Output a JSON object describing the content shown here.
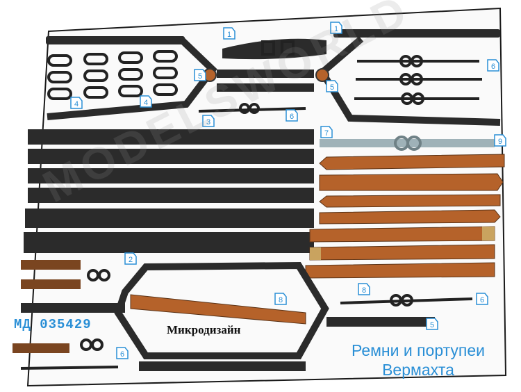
{
  "product_code": "МД 035429",
  "brand": "Микродизайн",
  "title_line1": "Ремни и портупеи",
  "title_line2": "Вермахта",
  "watermark": "MODELSWORLD",
  "callouts": [
    "1",
    "1",
    "2",
    "3",
    "4",
    "4",
    "5",
    "5",
    "5",
    "6",
    "6",
    "6",
    "6",
    "7",
    "8",
    "8",
    "9"
  ],
  "colors": {
    "metal": "#2b2b2b",
    "leather": "#b5622a",
    "gray_strap": "#9fb2b8",
    "callout": "#2a8fd6",
    "buckle": "#c9a35f"
  }
}
